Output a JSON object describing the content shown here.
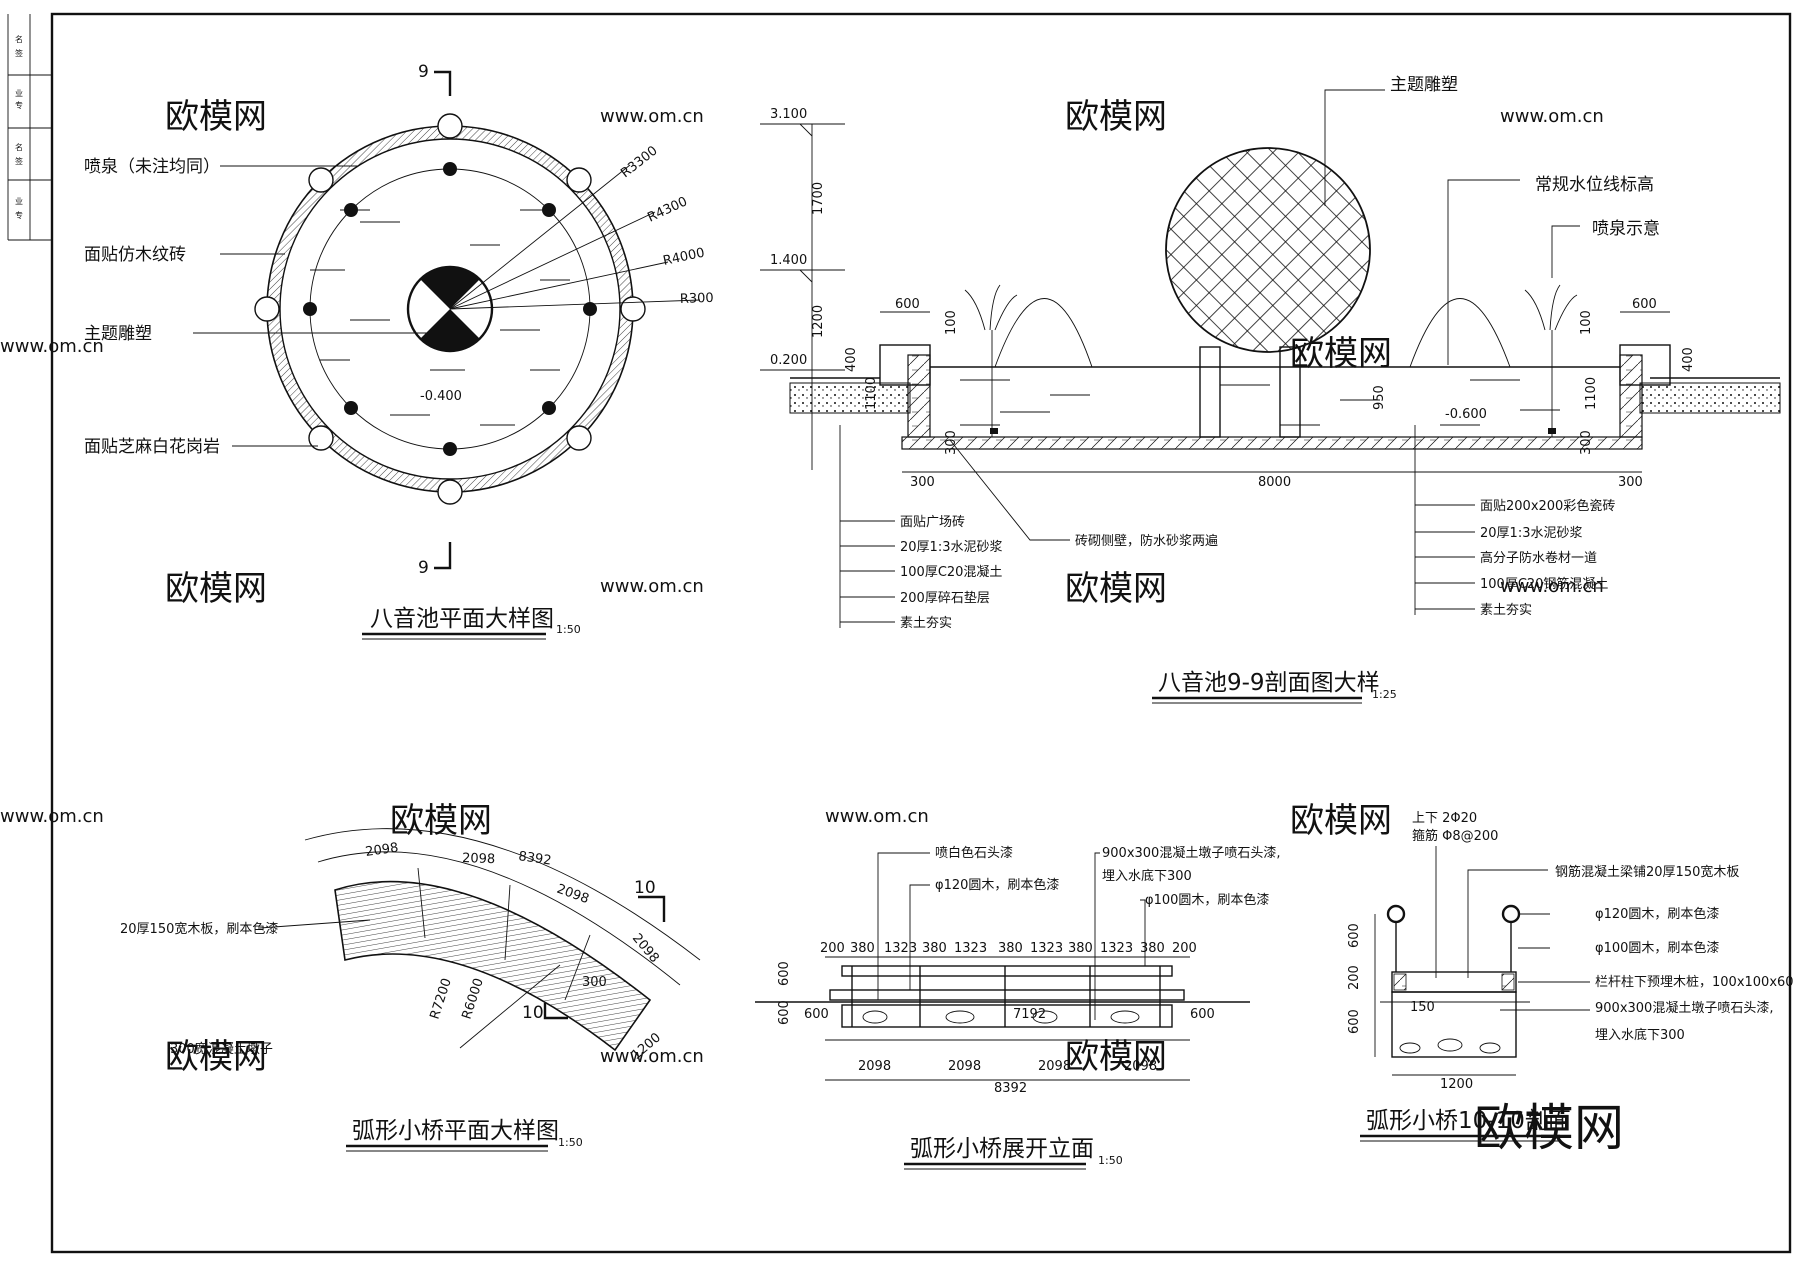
{
  "watermarks": {
    "brand": "欧模网",
    "url": "www.om.cn",
    "corner": "欧模网"
  },
  "title_strip": [
    "名",
    "签",
    "业",
    "专",
    "名",
    "签",
    "业",
    "专"
  ],
  "plan_circle": {
    "title": "八音池平面大样图",
    "scale": "1:50",
    "section_mark": "9",
    "labels": [
      "喷泉（未注均同）",
      "面贴仿木纹砖",
      "主题雕塑",
      "面贴芝麻白花岗岩"
    ],
    "radii": [
      "R3300",
      "R4300",
      "R4000",
      "R300"
    ],
    "level": "-0.400"
  },
  "section_99": {
    "title": "八音池9-9剖面图大样",
    "scale": "1:25",
    "levels": [
      "3.100",
      "1.400",
      "0.200",
      "-0.600"
    ],
    "vdims": [
      "1700",
      "1200",
      "400",
      "1100",
      "100",
      "950",
      "1100",
      "100",
      "400",
      "300",
      "300"
    ],
    "hdims": [
      "600",
      "600",
      "300",
      "8000",
      "300"
    ],
    "top_labels": [
      "主题雕塑",
      "常规水位线标高",
      "喷泉示意"
    ],
    "left_layers": [
      "面贴广场砖",
      "20厚1:3水泥砂浆",
      "100厚C20混凝土",
      "200厚碎石垫层",
      "素土夯实"
    ],
    "wall_note": "砖砌侧壁，防水砂浆两遍",
    "right_layers": [
      "面贴200x200彩色瓷砖",
      "20厚1:3水泥砂浆",
      "高分子防水卷材一道",
      "100厚C20钢筋混凝土",
      "素土夯实"
    ]
  },
  "bridge_plan": {
    "title": "弧形小桥平面大样图",
    "scale": "1:50",
    "labels": [
      "20厚150宽木板，刷本色漆",
      "300宽混凝土墩子"
    ],
    "dims": [
      "2098",
      "2098",
      "8392",
      "2098",
      "2098",
      "R7200",
      "R6000",
      "300",
      "1200"
    ],
    "section_mark": "10"
  },
  "bridge_elev": {
    "title": "弧形小桥展开立面",
    "scale": "1:50",
    "labels": [
      "喷白色石头漆",
      "φ120圆木，刷本色漆",
      "900x300混凝土墩子喷石头漆,",
      "埋入水底下300",
      "φ100圆木，刷本色漆"
    ],
    "top_dims": [
      "200",
      "380",
      "1323",
      "380",
      "1323",
      "380",
      "1323",
      "380",
      "1323",
      "380",
      "200"
    ],
    "side_dims": [
      "600",
      "600",
      "600",
      "600"
    ],
    "mid_dim": "7192",
    "bottom_dims": [
      "2098",
      "2098",
      "2098",
      "2098"
    ],
    "total": "8392"
  },
  "bridge_section": {
    "title": "弧形小桥10-10剖面",
    "rebar": [
      "上下 2Φ20",
      "箍筋 Φ8@200"
    ],
    "labels": [
      "钢筋混凝土梁铺20厚150宽木板",
      "φ120圆木，刷本色漆",
      "φ100圆木，刷本色漆",
      "栏杆柱下预埋木桩，100x100x60",
      "900x300混凝土墩子喷石头漆,",
      "埋入水底下300"
    ],
    "vdims": [
      "600",
      "200",
      "600"
    ],
    "hdims": [
      "150",
      "1200"
    ]
  }
}
